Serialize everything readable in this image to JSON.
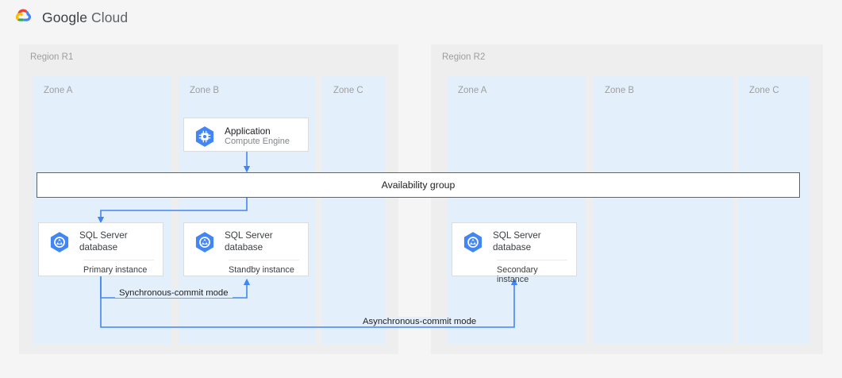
{
  "header": {
    "brand_google": "Google",
    "brand_cloud": "Cloud",
    "logo_icon": "google-cloud-logo"
  },
  "colors": {
    "page_background": "#f5f5f5",
    "region_background": "#eeeeee",
    "zone_background": "#e3f0fb",
    "card_background": "#ffffff",
    "card_border": "#dadce0",
    "availability_group_border": "#5f6368",
    "connector_blue": "#4285f4",
    "icon_blue": "#4285f4",
    "label_gray": "#9e9e9e",
    "text_dark": "#3c4043"
  },
  "regions": [
    {
      "label": "Region R1",
      "zones": [
        {
          "label": "Zone A"
        },
        {
          "label": "Zone B"
        },
        {
          "label": "Zone C"
        }
      ]
    },
    {
      "label": "Region R2",
      "zones": [
        {
          "label": "Zone A"
        },
        {
          "label": "Zone B"
        },
        {
          "label": "Zone C"
        }
      ]
    }
  ],
  "availability_group": {
    "label": "Availability group"
  },
  "nodes": {
    "application": {
      "icon": "compute-engine-icon",
      "title": "Application",
      "subtitle": "Compute Engine"
    },
    "primary_db": {
      "icon": "sql-server-database-icon",
      "title_line1": "SQL Server",
      "title_line2": "database",
      "footer": "Primary instance"
    },
    "standby_db": {
      "icon": "sql-server-database-icon",
      "title_line1": "SQL Server",
      "title_line2": "database",
      "footer": "Standby instance"
    },
    "secondary_db": {
      "icon": "sql-server-database-icon",
      "title_line1": "SQL Server",
      "title_line2": "database",
      "footer": "Secondary instance"
    }
  },
  "edges": {
    "synchronous": "Synchronous-commit mode",
    "asynchronous": "Asynchronous-commit mode"
  }
}
